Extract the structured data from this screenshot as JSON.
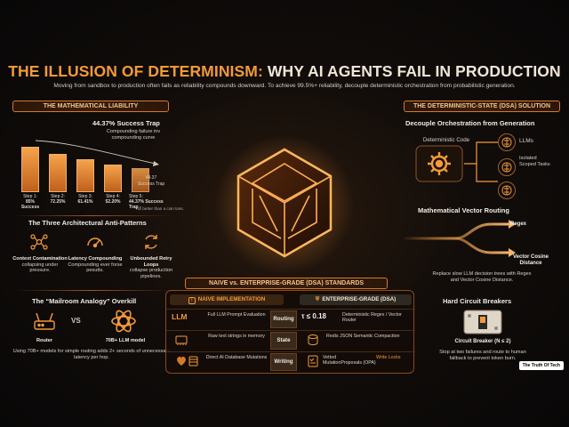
{
  "header": {
    "title_prefix": "THE ILLUSION OF DETERMINISM:",
    "title_suffix": "WHY AI AGENTS FAIL IN PRODUCTION",
    "subtitle": "Moving from sandbox to production often fails as reliability compounds downward. To achieve 99.5%+ reliability, decouple deterministic orchestration from probabilistic generation."
  },
  "liability": {
    "banner": "THE MATHEMATICAL LIABILITY",
    "trap_title": "44.37% Success Trap",
    "trap_note": "Compounding failure inv compounding curve",
    "chart_data": {
      "type": "bar",
      "categories": [
        "Step 1:",
        "Step 2:",
        "Step 3:",
        "Step 4:",
        "Step 5:"
      ],
      "values": [
        85,
        72.25,
        61.41,
        52.2,
        44.37
      ],
      "value_labels": [
        "85% Success",
        "72.25%",
        "61.41%",
        "52.20%",
        "44.37% Success Trap -"
      ],
      "ylim": [
        0,
        100
      ]
    },
    "step5_note": "No better than a coin toss.",
    "final_label_a": "44.37",
    "final_label_b": "Success Trap"
  },
  "anti_patterns": {
    "heading": "The Three Architectural Anti-Patterns",
    "items": [
      {
        "title": "Context Contamination",
        "desc": "collapsing under pressure.",
        "icon": "neural-network-icon"
      },
      {
        "title": "Latency Compounding",
        "desc": "Compounding ever forse pesutts.",
        "icon": "gauge-icon"
      },
      {
        "title": "Unbounded Retry Loops",
        "desc": "collapse production pipelines.",
        "icon": "retry-loop-icon"
      }
    ]
  },
  "mailroom": {
    "heading": "The “Mailroom Analogy” Overkill",
    "router_label": "Router",
    "vs_label": "VS",
    "llm_label": "70B+ LLM model",
    "desc": "Using 70B+ models for simple routing adds 2+ seconds of unnecessary latency per hop."
  },
  "solution": {
    "banner": "THE DETERMINISTIC-STATE (DSA) SOLUTION",
    "decouple_heading": "Decouple Orchestration from Generation",
    "deterministic_code": "Deterministic Code",
    "llms": "LLMs",
    "isolated_tasks": "Isolated Scoped Tasks",
    "routing_heading": "Mathematical Vector Routing",
    "regex": "Regex",
    "vector": "Vector Cosine Distance",
    "routing_desc": "Replace slow LLM decision trees with Regex and Vector Cosine Distance.",
    "breakers_heading": "Hard Circuit Breakers",
    "breaker_label": "Circuit Breaker (N ≤ 2)",
    "breaker_desc": "Stop at two failures and route to human fallback to prevent token burn."
  },
  "standards": {
    "banner": "NAIVE vs. ENTERPRISE-GRADE (DSA) STANDARDS",
    "naive_header": "NAIVE IMPLEMENTATION",
    "enterprise_header": "ENTERPRISE-GRADE (DSA)",
    "rows": [
      {
        "label": "Routing",
        "naive_icon": "LLM",
        "naive": "Full LLM Prompt Evaluation",
        "ent_icon": "τ ≤ 0.18",
        "enterprise": "Deterministic Regex / Vector Router"
      },
      {
        "label": "State",
        "naive": "Raw text strings in memory",
        "enterprise": "Redis JSON Semantic Compaction"
      },
      {
        "label": "Writing",
        "naive": "Direct AI Database Mutations",
        "enterprise": "Vetted MutationProposals (OPA)",
        "enterprise_extra": "Write Locks"
      }
    ]
  },
  "watermark": "The Truth Of Tech"
}
